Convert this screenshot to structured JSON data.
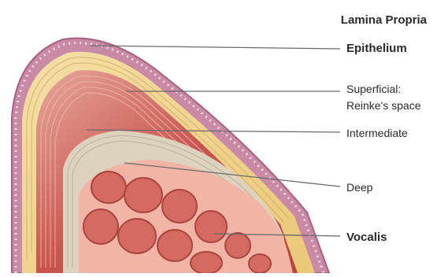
{
  "diagram": {
    "header": "Lamina Propria",
    "labels": {
      "epithelium": "Epithelium",
      "superficial_line1": "Superficial:",
      "superficial_line2": "Reinke's space",
      "intermediate": "Intermediate",
      "deep": "Deep",
      "vocalis": "Vocalis"
    },
    "layers": [
      {
        "name": "Epithelium",
        "color": "#c98aa6"
      },
      {
        "name": "Superficial: Reinke's space",
        "color": "#efd08a"
      },
      {
        "name": "Intermediate",
        "color": "#cf5a52"
      },
      {
        "name": "Deep",
        "color": "#ddd2bd"
      },
      {
        "name": "Vocalis",
        "color": "#d46a62"
      }
    ],
    "colors": {
      "text": "#2a2a2a",
      "leader": "#6a6a6a"
    }
  }
}
